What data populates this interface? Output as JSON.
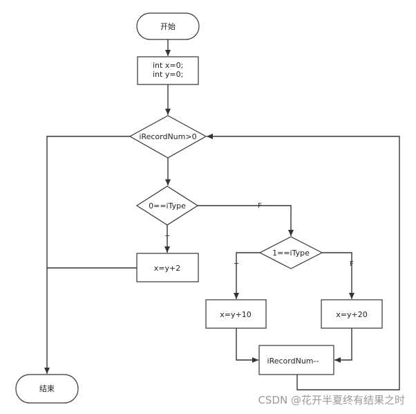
{
  "nodes": {
    "start": "开始",
    "init_line1": "int x=0;",
    "init_line2": "int y=0;",
    "cond_record": "iRecordNum>0",
    "cond_type0": "0==iType",
    "assign_2": "x=y+2",
    "cond_type1": "1==iType",
    "assign_10": "x=y+10",
    "assign_20": "x=y+20",
    "decrement": "iRecordNum--",
    "end": "结束"
  },
  "edge_labels": {
    "type0_true": "T",
    "type0_false": "F",
    "type1_true": "T",
    "type1_false": "F"
  },
  "watermark": "CSDN @花开半夏终有结果之时"
}
